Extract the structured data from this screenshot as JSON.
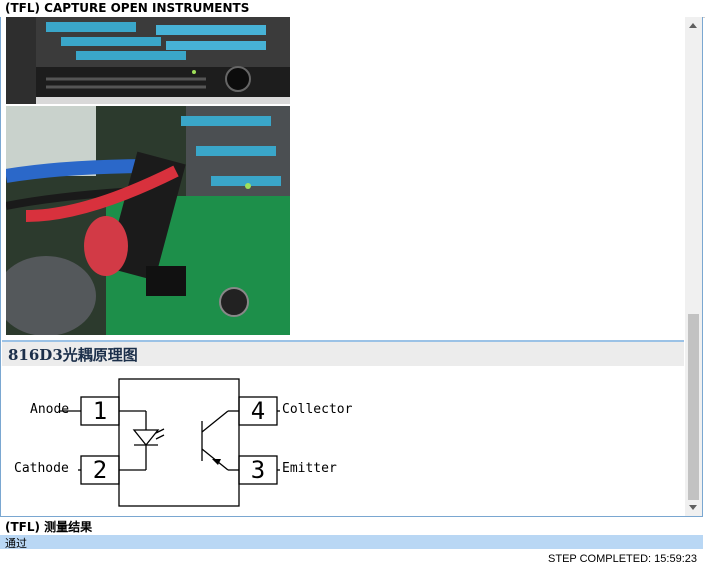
{
  "window": {
    "title": "(TFL) CAPTURE OPEN INSTRUMENTS"
  },
  "schematic": {
    "title": "816D3光耦原理图",
    "pins": [
      {
        "number": "1",
        "label": "Anode"
      },
      {
        "number": "2",
        "label": "Cathode"
      },
      {
        "number": "4",
        "label": "Collector"
      },
      {
        "number": "3",
        "label": "Emitter"
      }
    ]
  },
  "result": {
    "title": "(TFL) 测量结果",
    "value": "通过"
  },
  "status": {
    "text": "STEP COMPLETED: 15:59:23"
  },
  "colors": {
    "header_accent": "#9bc2e6",
    "result_bar": "#b9d7f4",
    "frame_border": "#7aa7d1"
  }
}
